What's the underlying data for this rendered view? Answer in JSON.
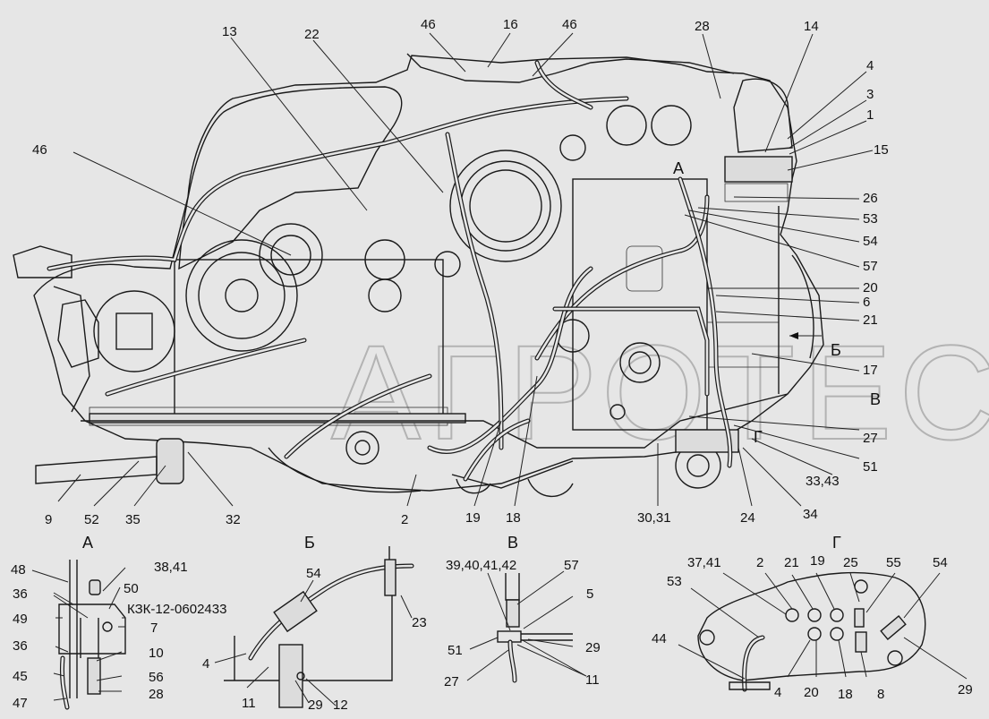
{
  "labels": {
    "l13": "13",
    "l22": "22",
    "l46a": "46",
    "l16": "16",
    "l46b": "46",
    "l28a": "28",
    "l14": "14",
    "l4a": "4",
    "l3": "3",
    "l1": "1",
    "l15": "15",
    "l46c": "46",
    "l26": "26",
    "l53a": "53",
    "l54a": "54",
    "l57a": "57",
    "l20a": "20",
    "l6": "6",
    "l21a": "21",
    "l17": "17",
    "l27a": "27",
    "l51a": "51",
    "l33": "33,43",
    "l34": "34",
    "l9": "9",
    "l52": "52",
    "l35": "35",
    "l32": "32",
    "l2a": "2",
    "l19a": "19",
    "l18a": "18",
    "l3031": "30,31",
    "l24": "24",
    "vA_48": "48",
    "vA_3841": "38,41",
    "vA_36a": "36",
    "vA_50": "50",
    "vA_kzk": "КЗК-12-0602433",
    "vA_49": "49",
    "vA_7": "7",
    "vA_36b": "36",
    "vA_10": "10",
    "vA_45": "45",
    "vA_56": "56",
    "vA_47": "47",
    "vA_28": "28",
    "vB_54": "54",
    "vB_23": "23",
    "vB_4": "4",
    "vB_11": "11",
    "vB_29": "29",
    "vB_12": "12",
    "vV_39": "39,40,41,42",
    "vV_57": "57",
    "vV_5": "5",
    "vV_51": "51",
    "vV_29": "29",
    "vV_27": "27",
    "vV_11": "11",
    "vG_3741": "37,41",
    "vG_2": "2",
    "vG_21": "21",
    "vG_19": "19",
    "vG_25": "25",
    "vG_55": "55",
    "vG_54": "54",
    "vG_53": "53",
    "vG_44": "44",
    "vG_4": "4",
    "vG_20": "20",
    "vG_18": "18",
    "vG_8": "8",
    "vG_29": "29"
  },
  "view_markers": {
    "main_A": "А",
    "main_B": "Б",
    "main_V": "В",
    "main_G": "Г"
  },
  "view_titles": {
    "A": "А",
    "B": "Б",
    "V": "В",
    "G": "Г"
  },
  "watermark": "АГРОТЕС"
}
